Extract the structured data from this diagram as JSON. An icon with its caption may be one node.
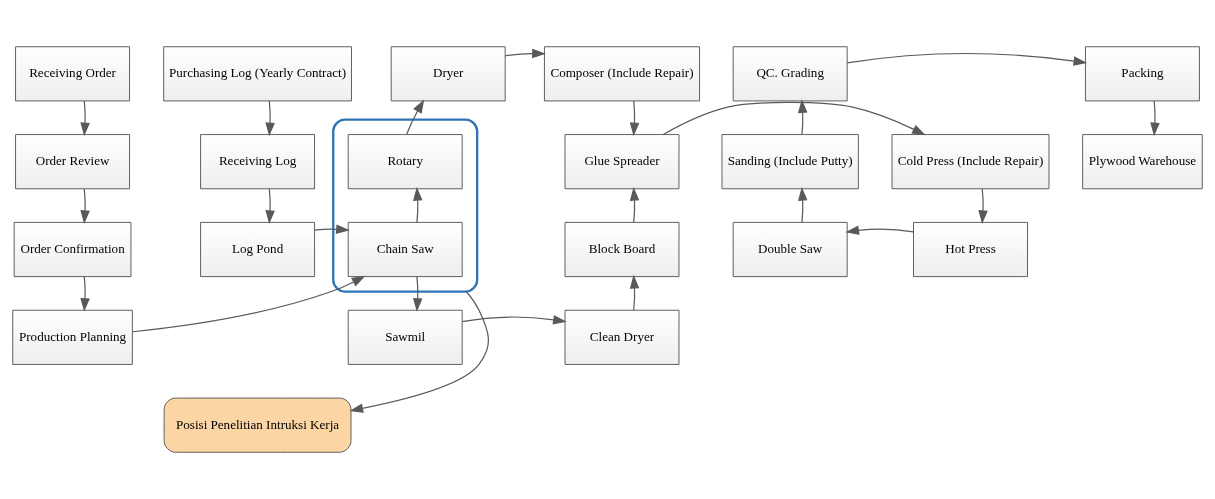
{
  "diagram": {
    "nodes": [
      {
        "text": [
          "Receiving Order"
        ]
      },
      {
        "text": [
          "Order Review"
        ]
      },
      {
        "text": [
          "Order Confirmation"
        ]
      },
      {
        "text": [
          "Production Planning"
        ]
      },
      {
        "text": [
          "Purchasing Log (Yearly Contract)"
        ]
      },
      {
        "text": [
          "Receiving Log"
        ]
      },
      {
        "text": [
          "Log Pond"
        ]
      },
      {
        "text": [
          "Dryer"
        ]
      },
      {
        "text": [],
        "shape": "ellipse"
      },
      {
        "text": [
          "Rotary"
        ],
        "in": 8
      },
      {
        "text": [
          "Chain Saw"
        ],
        "in": 8
      },
      {
        "text": [
          "Sawmil"
        ]
      },
      {
        "text": [
          "Composer (Include Repair)"
        ]
      },
      {
        "text": [
          "Glue Spreader"
        ]
      },
      {
        "text": [
          "Block Board"
        ]
      },
      {
        "text": [
          "Clean Dryer"
        ]
      },
      {
        "text": [
          "Cold Press (Include Repair)"
        ]
      },
      {
        "text": [
          "Hot Press"
        ]
      },
      {
        "text": [
          "Double Saw"
        ]
      },
      {
        "text": [
          "QC. Grading"
        ]
      },
      {
        "text": [
          "Sanding (Include Putty)"
        ]
      },
      {
        "text": [
          "Packing"
        ]
      },
      {
        "text": [
          "Plywood Warehouse"
        ]
      },
      {
        "text": [
          "Posisi Penelitian Intruksi Kerja"
        ]
      }
    ],
    "edges": [
      {
        "from": 0,
        "to": 1,
        "arrow": "to"
      },
      {
        "from": 1,
        "to": 2,
        "arrow": "to"
      },
      {
        "from": 2,
        "to": 3,
        "arrow": "to"
      },
      {
        "from": 3,
        "to": 10,
        "arrow": "to"
      },
      {
        "from": 4,
        "to": 5,
        "arrow": "to"
      },
      {
        "from": 5,
        "to": 6,
        "arrow": "to"
      },
      {
        "from": 6,
        "to": 10,
        "arrow": "to"
      },
      {
        "from": 10,
        "to": 9,
        "arrow": "to"
      },
      {
        "from": 9,
        "to": 7,
        "arrow": "to"
      },
      {
        "from": 10,
        "to": 11,
        "arrow": "to"
      },
      {
        "from": 7,
        "to": 12,
        "arrow": "to"
      },
      {
        "from": 12,
        "to": 13,
        "arrow": "to"
      },
      {
        "from": 11,
        "to": 15,
        "arrow": "to"
      },
      {
        "from": 15,
        "to": 14,
        "arrow": "to"
      },
      {
        "from": 14,
        "to": 13,
        "arrow": "to"
      },
      {
        "from": 13,
        "to": 16,
        "arrow": "to"
      },
      {
        "from": 16,
        "to": 17,
        "arrow": "to"
      },
      {
        "from": 17,
        "to": 18,
        "arrow": "to"
      },
      {
        "from": 18,
        "to": 20,
        "arrow": "to"
      },
      {
        "from": 20,
        "to": 19,
        "arrow": "to"
      },
      {
        "from": 19,
        "to": 21,
        "arrow": "to"
      },
      {
        "from": 21,
        "to": 22,
        "arrow": "to"
      },
      {
        "from": 8,
        "to": 23,
        "arrow": "to"
      }
    ]
  }
}
